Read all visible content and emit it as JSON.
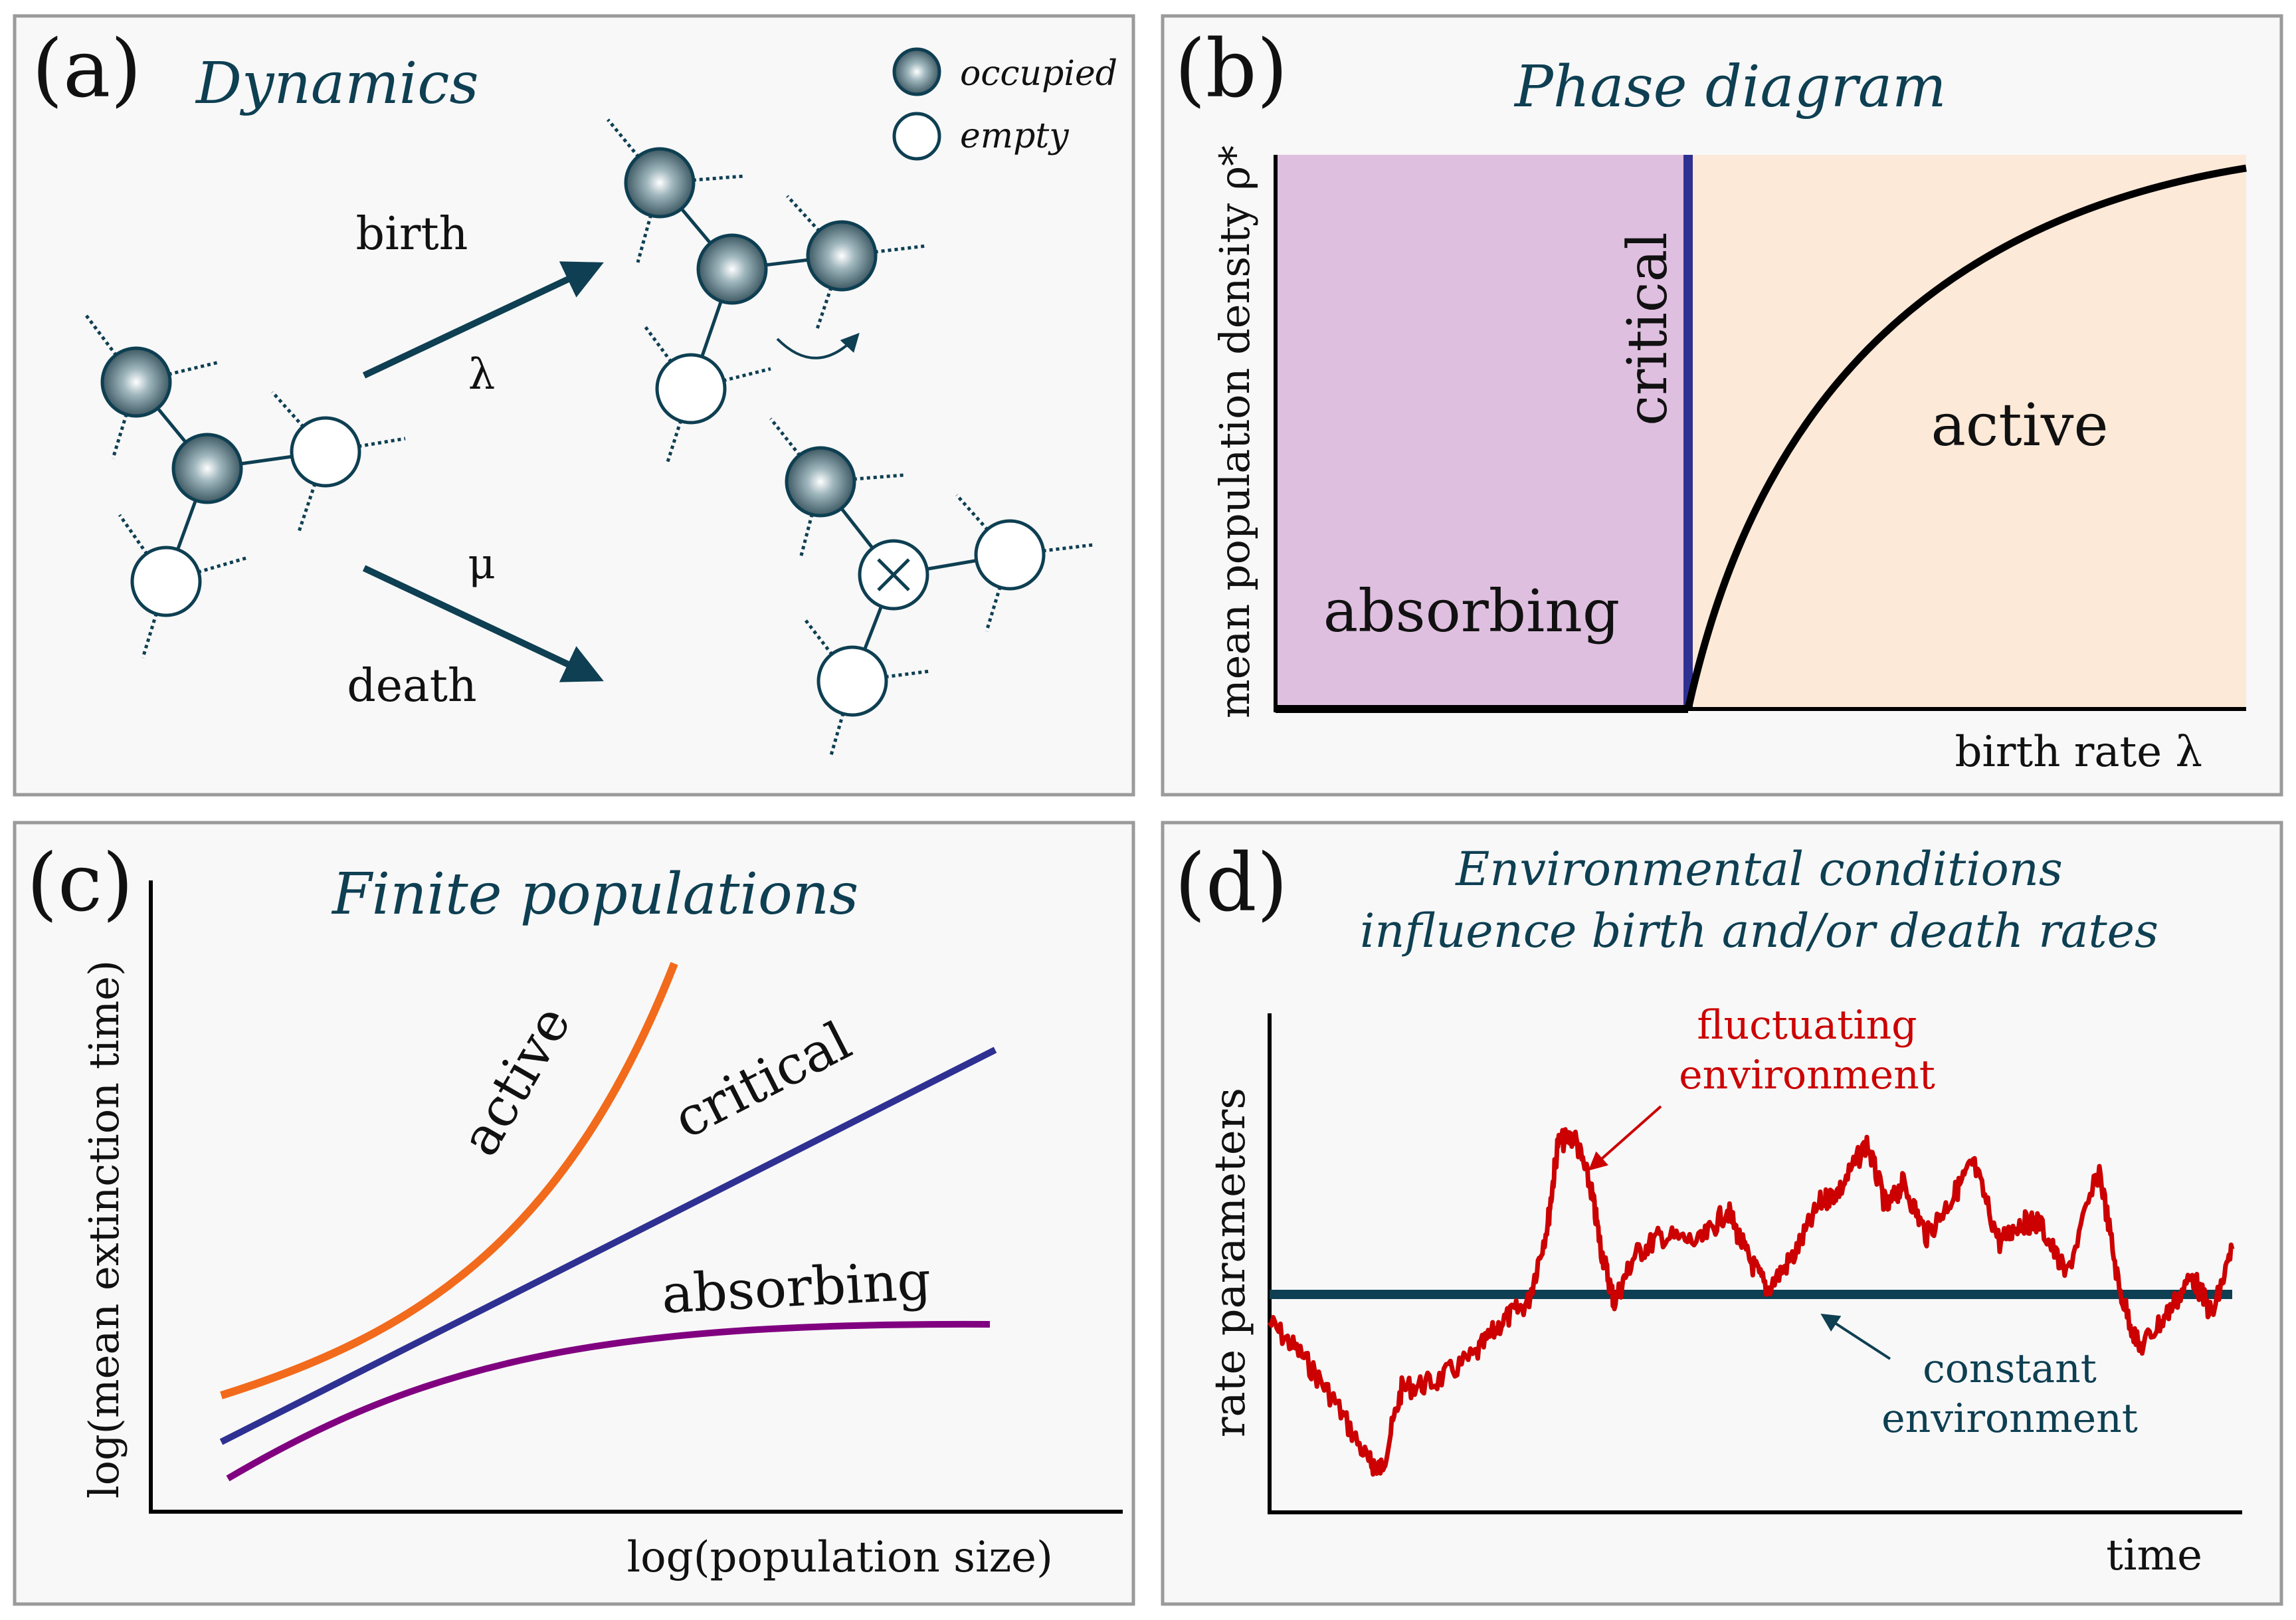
{
  "colors": {
    "teal": "#0e3f52",
    "absorbing_region": "#dfbfdf",
    "active_region": "#fde9d8",
    "critical_line": "#2e3192",
    "active_curve": "#f26a1b",
    "absorbing_curve": "#800080",
    "fluctuating": "#cc0000"
  },
  "panel_a": {
    "label": "(a)",
    "title": "Dynamics",
    "legend": {
      "occupied": "occupied",
      "empty": "empty"
    },
    "birth_label": "birth",
    "birth_rate": "λ",
    "death_rate": "μ",
    "death_label": "death",
    "icons": {
      "occupied_node": "shaded-sphere-icon",
      "empty_node": "empty-circle-icon",
      "removed_node": "cross-circle-icon"
    }
  },
  "panel_b": {
    "label": "(b)",
    "title": "Phase diagram",
    "ylabel": "mean population density ρ*",
    "xlabel": "birth rate λ",
    "regions": {
      "absorbing": "absorbing",
      "critical": "critical",
      "active": "active"
    }
  },
  "panel_c": {
    "label": "(c)",
    "title": "Finite populations",
    "ylabel": "log(mean extinction time)",
    "xlabel": "log(population size)",
    "curves": {
      "active": "active",
      "critical": "critical",
      "absorbing": "absorbing"
    }
  },
  "panel_d": {
    "label": "(d)",
    "title_line1": "Environmental conditions",
    "title_line2": "influence birth and/or death rates",
    "ylabel": "rate parameters",
    "xlabel": "time",
    "fluctuating_line1": "fluctuating",
    "fluctuating_line2": "environment",
    "constant_line1": "constant",
    "constant_line2": "environment"
  }
}
